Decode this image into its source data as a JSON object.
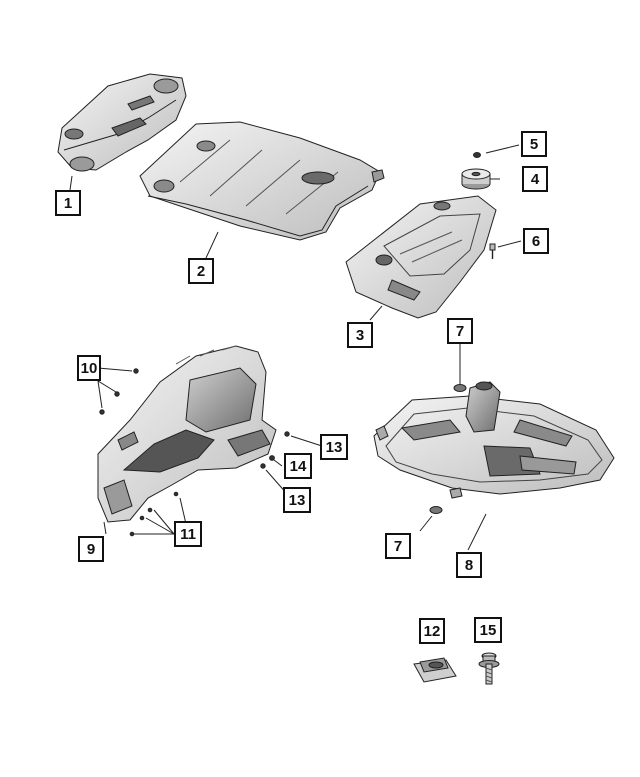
{
  "diagram": {
    "callouts": [
      {
        "id": "c1",
        "label": "1"
      },
      {
        "id": "c2",
        "label": "2"
      },
      {
        "id": "c3",
        "label": "3"
      },
      {
        "id": "c4",
        "label": "4"
      },
      {
        "id": "c5",
        "label": "5"
      },
      {
        "id": "c6",
        "label": "6"
      },
      {
        "id": "c7a",
        "label": "7"
      },
      {
        "id": "c7b",
        "label": "7"
      },
      {
        "id": "c8",
        "label": "8"
      },
      {
        "id": "c9",
        "label": "9"
      },
      {
        "id": "c10",
        "label": "10"
      },
      {
        "id": "c11",
        "label": "11"
      },
      {
        "id": "c12",
        "label": "12"
      },
      {
        "id": "c13a",
        "label": "13"
      },
      {
        "id": "c13b",
        "label": "13"
      },
      {
        "id": "c14",
        "label": "14"
      },
      {
        "id": "c15",
        "label": "15"
      }
    ],
    "colors": {
      "line": "#222222",
      "fill": "#e8e8e8",
      "shade": "#9a9a9a",
      "dark": "#555555"
    }
  }
}
